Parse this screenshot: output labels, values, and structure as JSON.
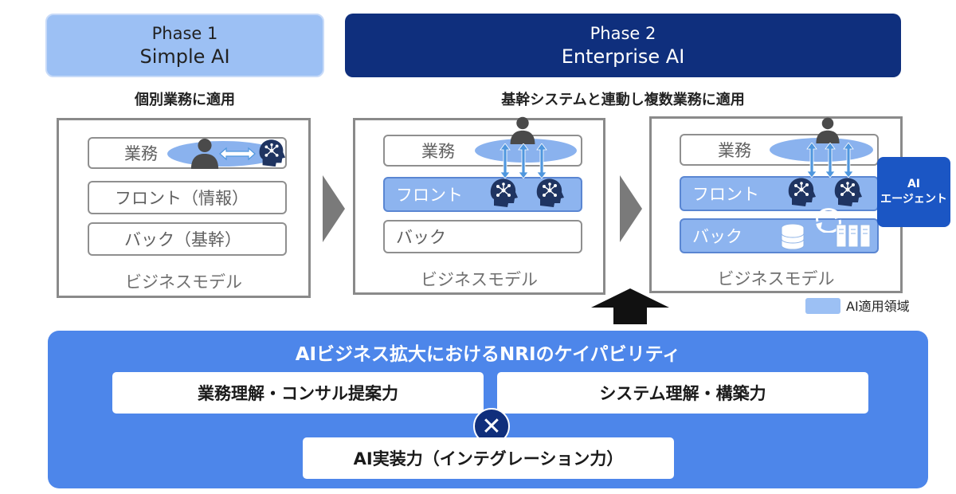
{
  "phase1": {
    "title": "Phase 1",
    "subtitle": "Simple AI",
    "caption": "個別業務に適用"
  },
  "phase2": {
    "title": "Phase 2",
    "subtitle": "Enterprise AI",
    "caption": "基幹システムと連動し複数業務に適用"
  },
  "panel1": {
    "row1": "業務",
    "row2": "フロント（情報）",
    "row3": "バック（基幹）",
    "label": "ビジネスモデル"
  },
  "panel2": {
    "row1": "業務",
    "row2": "フロント",
    "row3": "バック",
    "label": "ビジネスモデル"
  },
  "panel3": {
    "row1": "業務",
    "row2": "フロント",
    "row3": "バック",
    "label": "ビジネスモデル"
  },
  "agent": {
    "line1": "AI",
    "line2": "エージェント"
  },
  "legend": {
    "label": "AI適用領域"
  },
  "capability": {
    "title": "AIビジネス拡大におけるNRIのケイパビリティ",
    "item1": "業務理解・コンサル提案力",
    "item2": "システム理解・構築力",
    "times": "✕",
    "item3": "AI実装力（インテグレーション力）"
  },
  "colors": {
    "accent_light": "#9cc0f4",
    "accent_dark": "#0f2f7d",
    "capability_bg": "#4d86ea",
    "agent": "#1b56c4"
  },
  "icons": [
    "person-icon",
    "ai-brain-icon",
    "bidirectional-arrow-icon",
    "database-icon",
    "server-icon",
    "sync-icon",
    "right-arrow-icon",
    "up-arrow-icon"
  ]
}
